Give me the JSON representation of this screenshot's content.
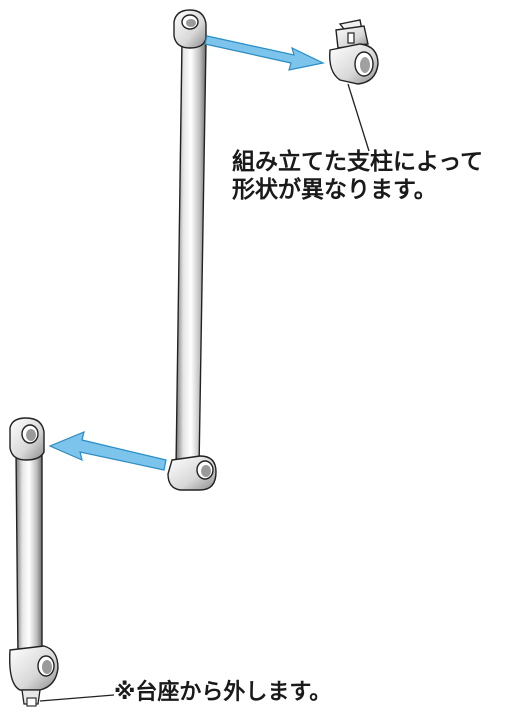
{
  "callouts": {
    "connector_note_line1": "組み立てた支柱によって",
    "connector_note_line2": "形状が異なります。",
    "base_note": "※台座から外します。"
  },
  "colors": {
    "arrow": "#7cc4ec",
    "arrow_stroke": "#2a8cc4",
    "rod_light": "#f4f4f4",
    "rod_shade": "#8a8a8a",
    "outline": "#222222",
    "leader_line": "#222222"
  },
  "icons": {
    "upper_pillar": "long-pillar-rod",
    "lower_pillar": "short-pillar-rod",
    "connector": "pillar-connector-fitting",
    "assembly_arrow": "blue-arrow"
  }
}
